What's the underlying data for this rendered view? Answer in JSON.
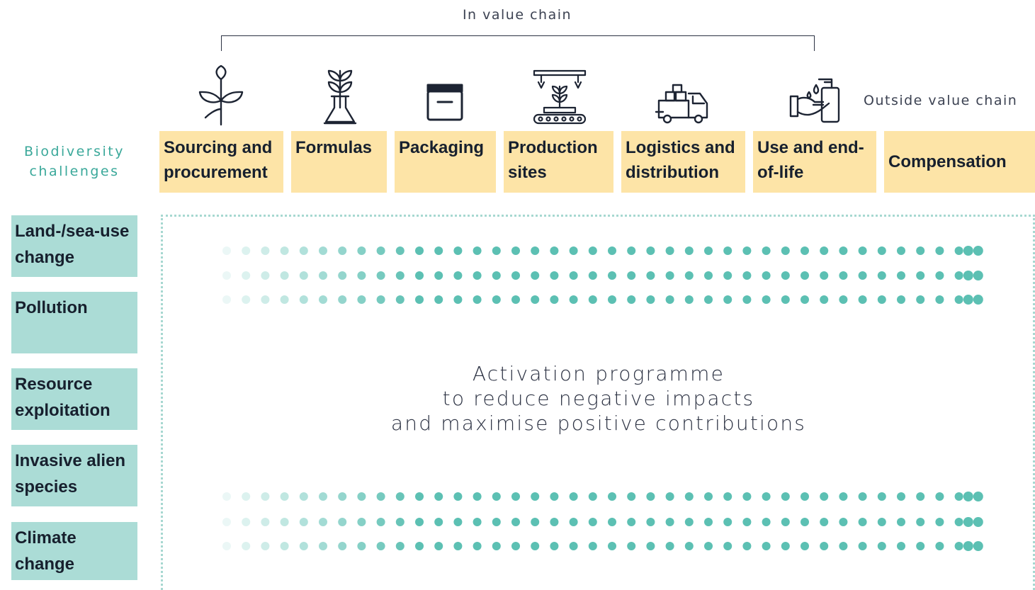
{
  "header": {
    "value_chain_label": "In value chain",
    "outside_label": "Outside value chain"
  },
  "challenges_title": "Biodiversity challenges",
  "stages": [
    {
      "label": "Sourcing and procurement",
      "icon": "plant-icon"
    },
    {
      "label": "Formulas",
      "icon": "plant-flask-icon"
    },
    {
      "label": "Packaging",
      "icon": "jar-icon"
    },
    {
      "label": "Production sites",
      "icon": "factory-conveyor-icon"
    },
    {
      "label": "Logistics and distribution",
      "icon": "delivery-truck-icon"
    },
    {
      "label": "Use and end-of-life",
      "icon": "hand-soap-icon"
    },
    {
      "label": "Compensation",
      "icon": ""
    }
  ],
  "challenges": [
    "Land-/sea-use change",
    "Pollution",
    "Resource exploitation",
    "Invasive alien species",
    "Climate change"
  ],
  "center_text": {
    "line1": "Activation programme",
    "line2": "to reduce negative impacts",
    "line3": "and maximise positive contributions"
  },
  "colors": {
    "stage_fill": "#fde4a7",
    "challenge_fill": "#abdcd6",
    "accent_teal": "#3aa89a",
    "dot_teal": "#5cc0b3"
  }
}
